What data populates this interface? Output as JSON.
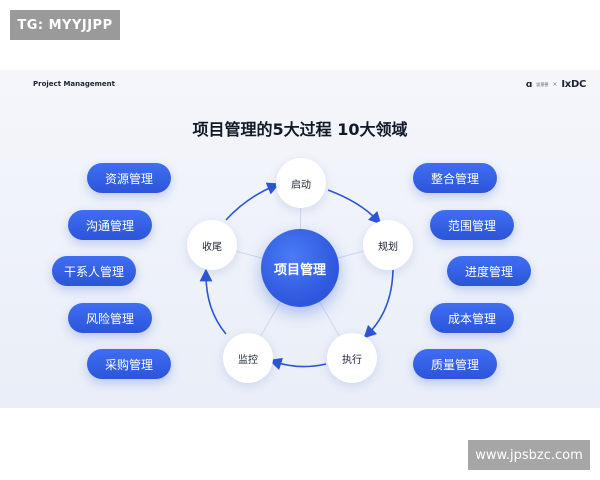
{
  "tg_badge": "TG: MYYJJPP",
  "slide": {
    "header": "Project Management",
    "brand": {
      "logo": "ɑ",
      "logo_text": "凯莱德",
      "separator": "×",
      "ixdc": "IxDC"
    },
    "title": "项目管理的5大过程  10大领域"
  },
  "hub": "项目管理",
  "process_nodes": [
    "启动",
    "规划",
    "执行",
    "监控",
    "收尾"
  ],
  "left_domains": [
    "资源管理",
    "沟通管理",
    "干系人管理",
    "风险管理",
    "采购管理"
  ],
  "right_domains": [
    "整合管理",
    "范围管理",
    "进度管理",
    "成本管理",
    "质量管理"
  ],
  "colors": {
    "accent": "#2c55d8",
    "arrow": "#2c55d8",
    "background": "#eef2fa"
  },
  "watermark": "www.jpsbzc.com"
}
